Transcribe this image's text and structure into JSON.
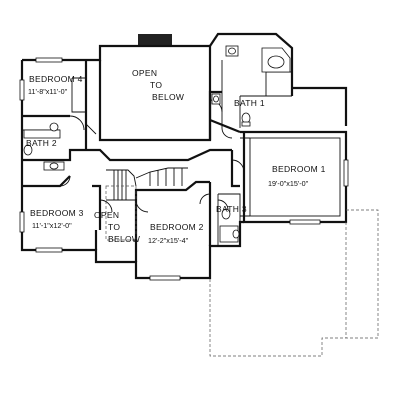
{
  "rooms": {
    "bedroom4": {
      "name": "BEDROOM 4",
      "dims": "11'-8\"x11'-0\""
    },
    "open_to_below_top": {
      "line1": "OPEN",
      "line2": "TO",
      "line3": "BELOW"
    },
    "bath1": {
      "name": "BATH 1"
    },
    "bath2": {
      "name": "BATH 2"
    },
    "bedroom1": {
      "name": "BEDROOM 1",
      "dims": "19'-0\"x15'-0\""
    },
    "bedroom3": {
      "name": "BEDROOM 3",
      "dims": "11'-1\"x12'-0\""
    },
    "open_to_below_stair": {
      "line1": "OPEN",
      "line2": "TO",
      "line3": "BELOW"
    },
    "bedroom2": {
      "name": "BEDROOM 2",
      "dims": "12'-2\"x15'-4\""
    },
    "bath3": {
      "name": "BATH 3"
    }
  }
}
